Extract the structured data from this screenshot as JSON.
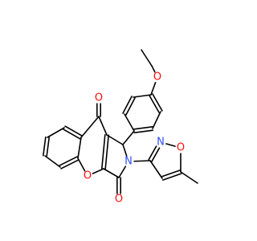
{
  "colors": {
    "bond": "#000000",
    "oxygen": "#ff0d0d",
    "nitrogen": "#3050f8",
    "background": "#ffffff"
  },
  "molecule": {
    "atoms": [
      {
        "id": "O_ether",
        "label": "O",
        "element": "oxygen"
      },
      {
        "id": "O_ketone",
        "label": "O",
        "element": "oxygen"
      },
      {
        "id": "O_lactam",
        "label": "O",
        "element": "oxygen"
      },
      {
        "id": "O_pyran",
        "label": "O",
        "element": "oxygen"
      },
      {
        "id": "N_pyrrole",
        "label": "N",
        "element": "nitrogen"
      },
      {
        "id": "N_isoxazole",
        "label": "N",
        "element": "nitrogen"
      },
      {
        "id": "O_isoxazole",
        "label": "O",
        "element": "oxygen"
      }
    ]
  }
}
